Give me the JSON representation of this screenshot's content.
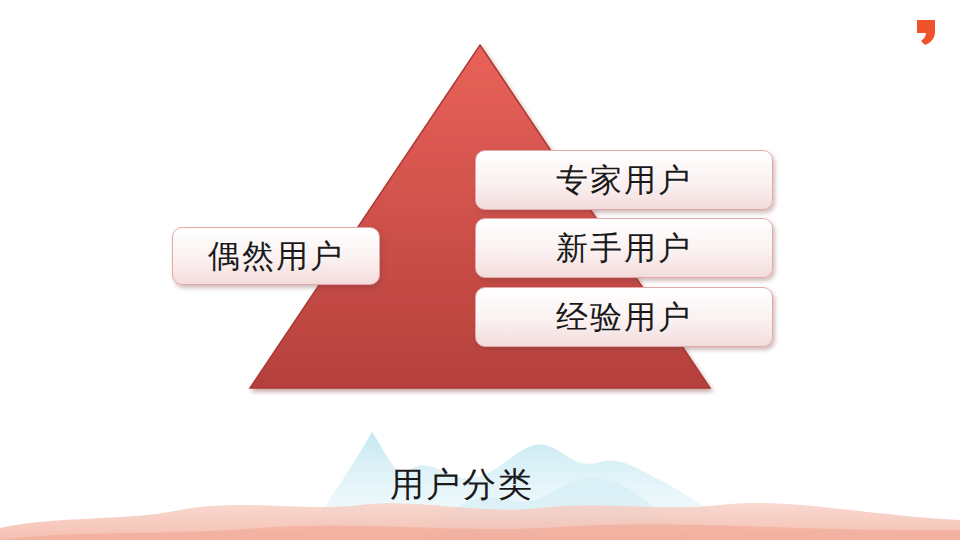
{
  "diagram": {
    "caption": "用户分类",
    "nodes": [
      {
        "text": [
          "专家用户"
        ]
      },
      {
        "text": [
          "偶然用户"
        ]
      },
      {
        "text": [
          "新手用户"
        ]
      },
      {
        "text": [
          "经验用户"
        ]
      }
    ]
  }
}
